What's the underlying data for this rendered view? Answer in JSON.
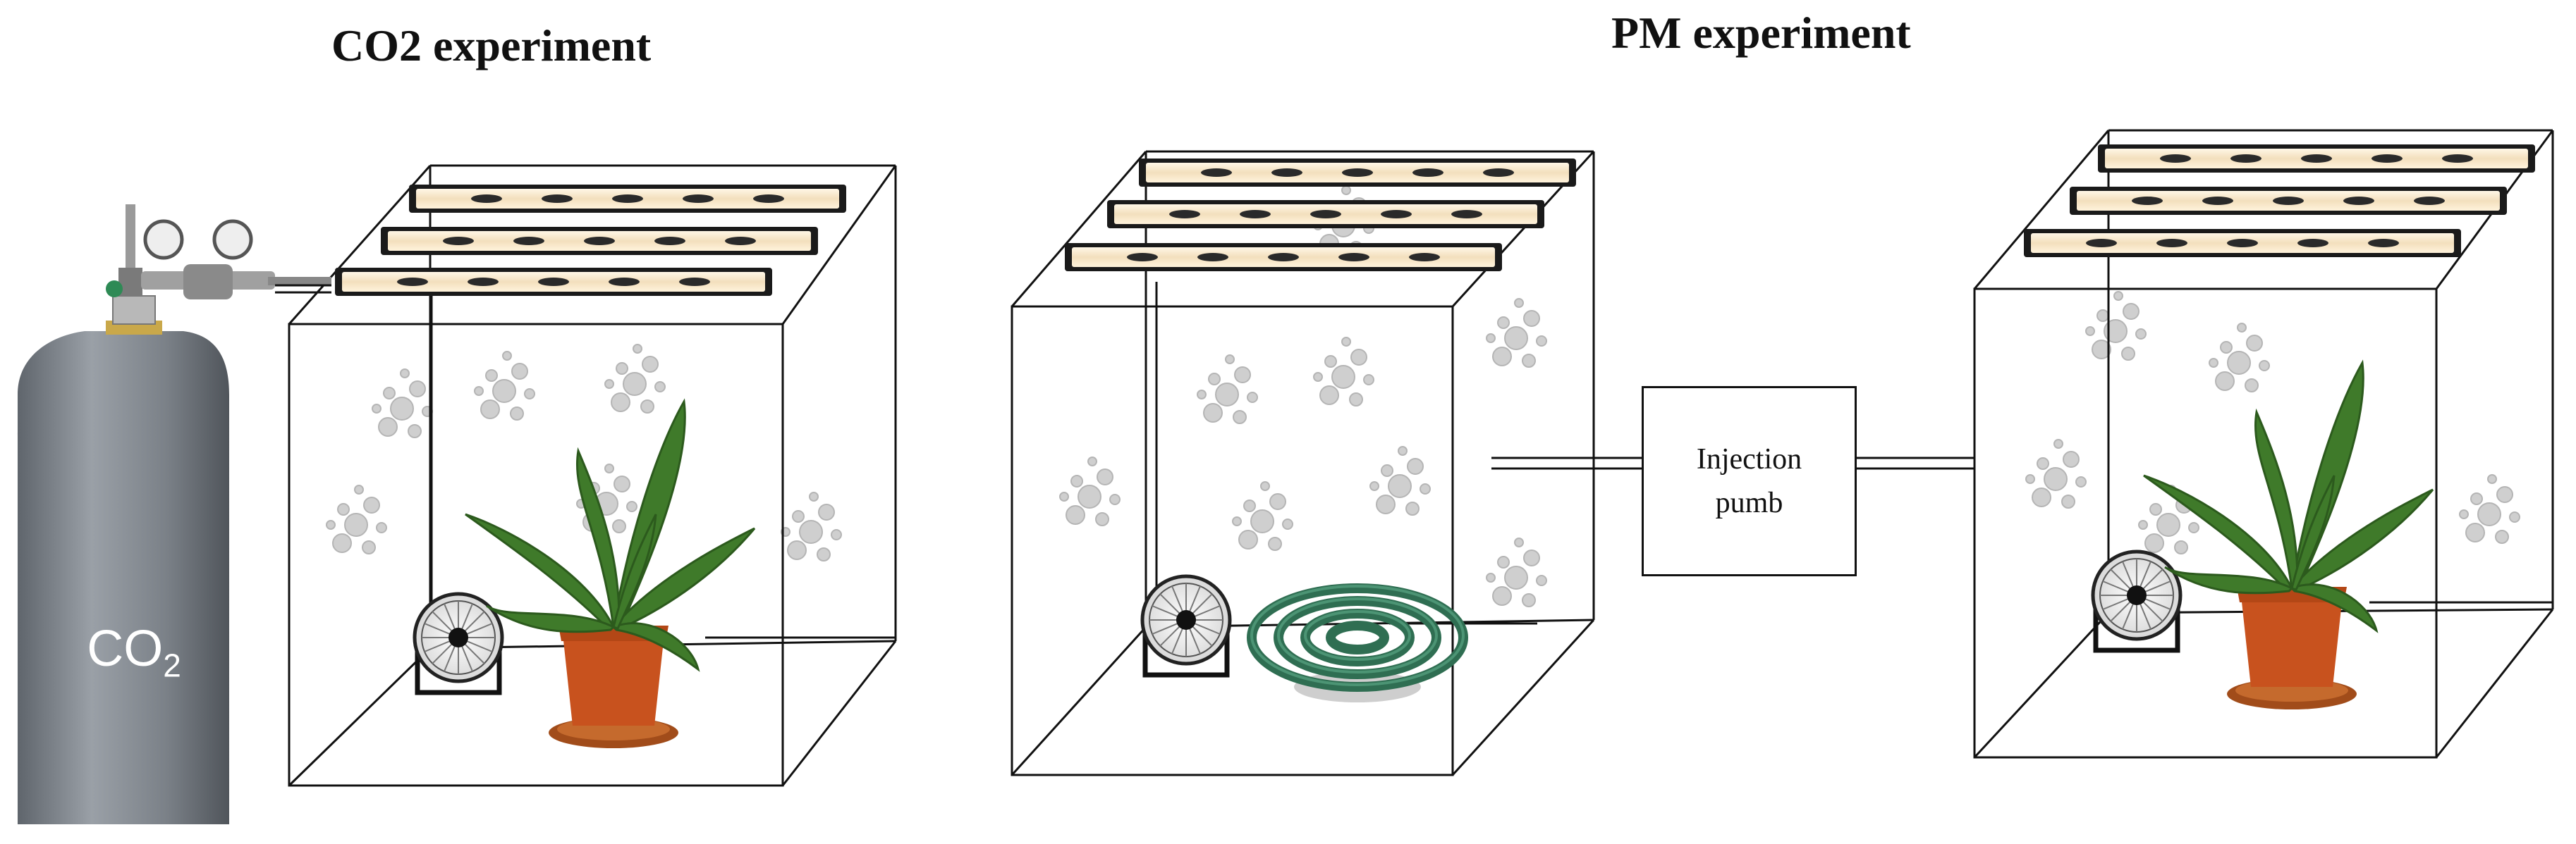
{
  "titles": {
    "co2": "CO2 experiment",
    "pm": "PM experiment"
  },
  "gas_cylinder": {
    "label_main": "CO",
    "label_sub": "2"
  },
  "injection_pump": {
    "line1": "Injection",
    "line2": "pumb"
  },
  "colors": {
    "cylinder": "#80868d",
    "lamp_frame": "#1a1a1a",
    "lamp_glow": "#f6e6c8",
    "plant_leaf": "#3f7a2a",
    "pot": "#c8521e",
    "coil": "#2f6e52"
  },
  "icons": [
    "gas-cylinder-icon",
    "pressure-regulator-icon",
    "led-lamp-icon",
    "fan-icon",
    "plant-icon",
    "mosquito-coil-icon",
    "particle-icon"
  ]
}
